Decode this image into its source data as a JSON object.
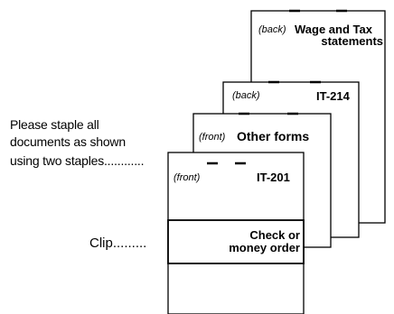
{
  "instruction": {
    "line1": "Please staple all",
    "line2": "documents as shown",
    "line3": "using two staples............"
  },
  "clip_label": "Clip.........",
  "sheets": {
    "wage": {
      "side": "(back)",
      "title_line1": "Wage and Tax",
      "title_line2": "statements"
    },
    "it214": {
      "side": "(back)",
      "title": "IT-214"
    },
    "other": {
      "side": "(front)",
      "title": "Other forms"
    },
    "it201": {
      "side": "(front)",
      "title": "IT-201"
    }
  },
  "check": {
    "line1": "Check or",
    "line2": "money order"
  }
}
